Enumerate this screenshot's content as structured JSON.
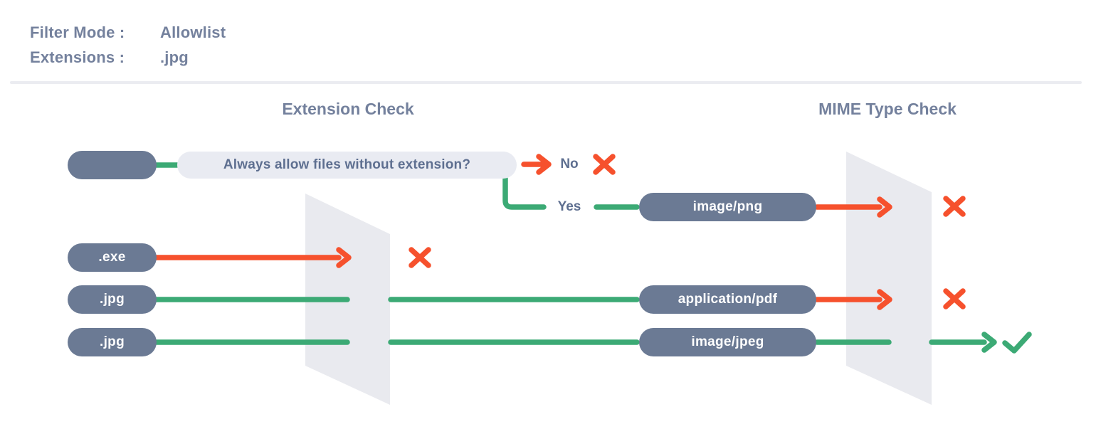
{
  "header": {
    "rows": [
      {
        "label": "Filter Mode :",
        "value": "Allowlist"
      },
      {
        "label": "Extensions :",
        "value": ".jpg"
      }
    ]
  },
  "sections": {
    "extension_check": "Extension Check",
    "mime_type_check": "MIME Type Check"
  },
  "flow": {
    "question": "Always allow files without extension?",
    "no_label": "No",
    "yes_label": "Yes"
  },
  "pills": {
    "no_extension": "",
    "exe": ".exe",
    "jpg_row_1": ".jpg",
    "jpg_row_2": ".jpg",
    "image_png": "image/png",
    "application_pdf": "application/pdf",
    "image_jpeg": "image/jpeg"
  },
  "icons": {
    "reject": "x-icon",
    "accept": "check-icon",
    "flow": "arrow-right-icon"
  },
  "colors": {
    "slate": "#6b7a94",
    "slate_text": "#74819d",
    "question_text": "#5e6f90",
    "green": "#3caa75",
    "red": "#f6512d",
    "panel": "#e9eaef",
    "label_bg": "#e9ebf2",
    "divider": "#ebecf1"
  }
}
